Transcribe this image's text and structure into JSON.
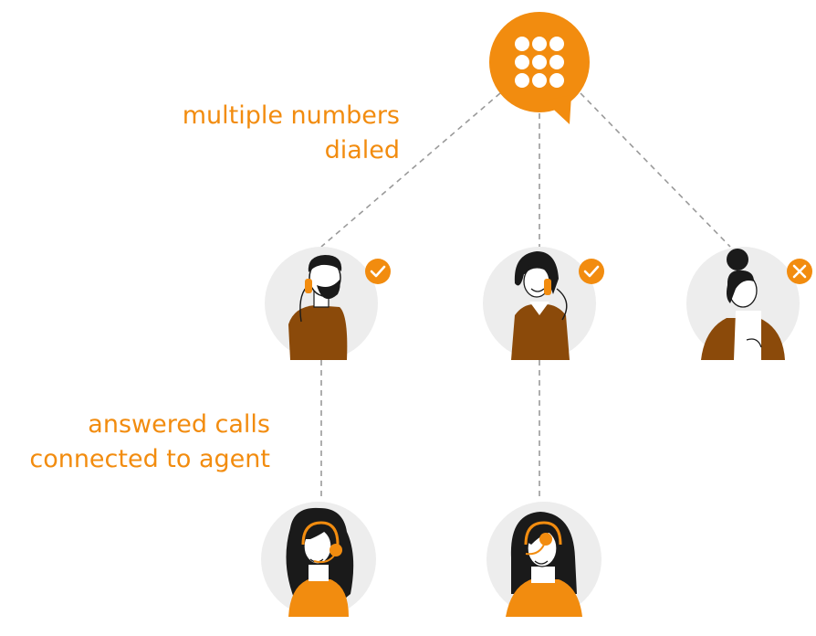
{
  "labels": {
    "dialed_line1": "multiple numbers",
    "dialed_line2": "dialed",
    "answered_line1": "answered calls",
    "answered_line2": "connected to agent"
  },
  "colors": {
    "accent": "#F28C0F",
    "brown": "#8B4A0A",
    "circle_bg": "#EDEDED",
    "dash": "#9A9A9A",
    "hair": "#1A1A1A",
    "skin": "#FFFFFF"
  },
  "nodes": {
    "dialer": {
      "icon": "dial-keypad-icon"
    },
    "callees": [
      {
        "role": "bearded-man-on-phone",
        "status": "answered",
        "status_icon": "check-icon"
      },
      {
        "role": "woman-on-phone",
        "status": "answered",
        "status_icon": "check-icon"
      },
      {
        "role": "woman-with-bun",
        "status": "not-answered",
        "status_icon": "close-icon"
      }
    ],
    "agents": [
      {
        "role": "agent-with-headset-curly-hair"
      },
      {
        "role": "agent-with-headset-straight-hair"
      }
    ]
  }
}
